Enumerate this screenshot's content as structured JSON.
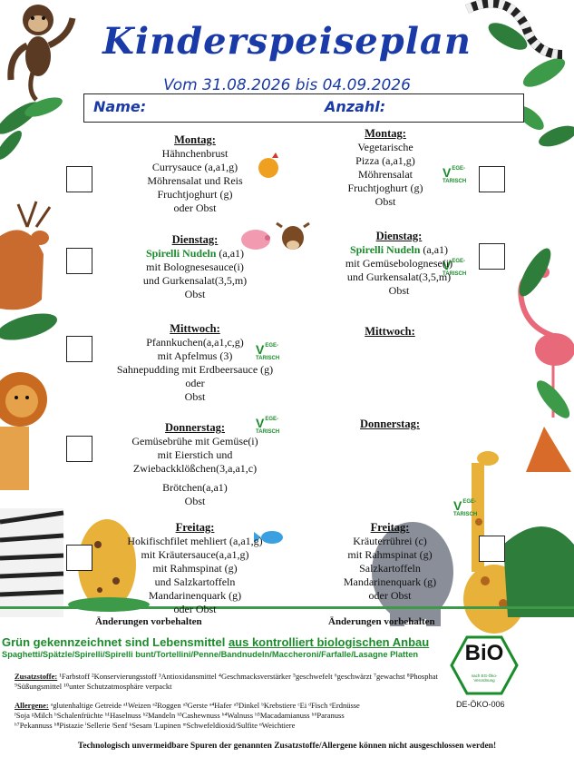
{
  "header": {
    "title": "Kinderspeiseplan",
    "date_range": "Vom 31.08.2026 bis 04.09.2026",
    "name_label": "Name:",
    "count_label": "Anzahl:"
  },
  "left_menu": {
    "monday": {
      "day": "Montag:",
      "lines": [
        "Hähnchenbrust",
        "Currysauce (a,a1,g)",
        "Möhrensalat und Reis",
        "Fruchtjoghurt (g)",
        "oder Obst"
      ]
    },
    "tuesday": {
      "day": "Dienstag:",
      "highlight": "Spirelli Nudeln",
      "highlight_code": "(a,a1)",
      "lines": [
        "mit Bolognesesauce(i)",
        "und Gurkensalat(3,5,m)",
        "Obst"
      ]
    },
    "wednesday": {
      "day": "Mittwoch:",
      "lines": [
        "Pfannkuchen(a,a1,c,g)",
        "mit Apfelmus (3)",
        "Sahnepudding mit Erdbeersauce (g)",
        "oder",
        "Obst"
      ]
    },
    "thursday": {
      "day": "Donnerstag:",
      "lines": [
        "Gemüsebrühe mit Gemüse(i)",
        "mit Eierstich und",
        "Zwiebackklößchen(3,a,a1,c)",
        "Brötchen(a,a1)",
        "Obst"
      ]
    },
    "friday": {
      "day": "Freitag:",
      "lines": [
        "Hokifischfilet mehliert (a,a1,g)",
        "mit Kräutersauce(a,a1,g)",
        "mit Rahmspinat (g)",
        "und Salzkartoffeln",
        "Mandarinenquark (g)",
        "oder Obst"
      ]
    }
  },
  "right_menu": {
    "monday": {
      "day": "Montag:",
      "lines": [
        "Vegetarische",
        "Pizza (a,a1,g)",
        "Möhrensalat",
        "Fruchtjoghurt (g)",
        "Obst"
      ]
    },
    "tuesday": {
      "day": "Dienstag:",
      "highlight": "Spirelli Nudeln",
      "highlight_code": "(a,a1)",
      "lines": [
        "mit Gemüsebolognese(i)",
        "und Gurkensalat(3,5,m)",
        "Obst"
      ]
    },
    "wednesday": {
      "day": "Mittwoch:"
    },
    "thursday": {
      "day": "Donnerstag:"
    },
    "friday": {
      "day": "Freitag:",
      "lines": [
        "Kräuterrührei (c)",
        "mit Rahmspinat (g)",
        "Salzkartoffeln",
        "Mandarinenquark (g)",
        "oder Obst"
      ]
    }
  },
  "changes_note": "Änderungen vorbehalten",
  "veg_badge": {
    "letter": "V",
    "line1": "EGE-",
    "line2": "TARISCH"
  },
  "bio": {
    "title_part1": "Grün gekennzeichnet sind Lebensmittel ",
    "title_part2": "aus kontrolliert biologischen Anbau",
    "subtitle": "Spaghetti/Spätzle/Spirelli/Spirelli bunt/Tortellini/Penne/Bandnudeln/Maccheroni/Farfalle/Lasagne Platten",
    "logo_text": "BiO",
    "logo_small": "nach EG-Öko-Verordnung",
    "code": "DE-ÖKO-006"
  },
  "legend": {
    "additives_label": "Zusatzstoffe:",
    "additives_text": "¹Farbstoff ²Konservierungsstoff ³Antioxidansmittel ⁴Geschmacksverstärker ⁵geschwefelt ⁶geschwärzt ⁷gewachst ⁸Phosphat ⁹Süßungsmittel ¹⁰unter Schutzatmosphäre verpackt",
    "allergens_label": "Allergene:",
    "allergens_line1": "ᵃglutenhaltige Getreide ᵃ¹Weizen ᵃ²Roggen ᵃ³Gerste ᵃ⁴Hafer ᵃ⁵Dinkel ᵇKrebstiere ᶜEi ᵈFisch ᵉErdnüsse",
    "allergens_line2": "ᶠSoja ᵍMilch ʰSchalenfrüchte ʰ¹Haselnuss ʰ²Mandeln ʰ³Cashewnuss ʰ⁴Walnuss ʰ⁵Macadamianuss ʰ⁶Paranuss",
    "allergens_line3": "ʰ⁷Pekannuss ʰ⁸Pistazie ⁱSellerie ʲSenf ᵏSesam ˡLupinen ᵐSchwefeldioxid/Sulfite ⁿWeichtiere"
  },
  "bottom_note": "Technologisch unvermeidbare Spuren der genannten Zusatzstoffe/Allergene können nicht ausgeschlossen werden!",
  "colors": {
    "title_blue": "#1a3aa8",
    "bio_green": "#1a8c2a"
  }
}
